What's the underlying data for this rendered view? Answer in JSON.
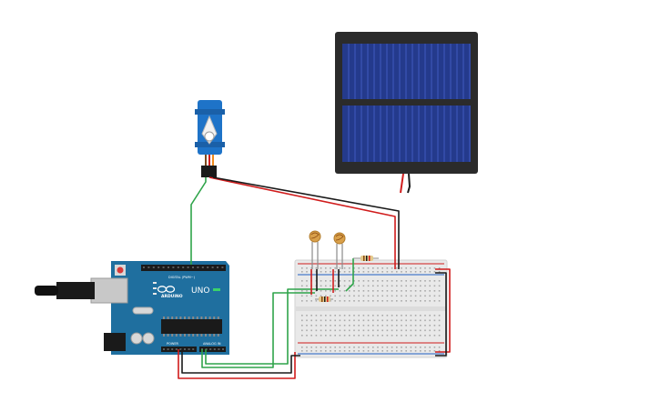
{
  "arduino": {
    "logo_text": "ARDUINO",
    "model_text": "UNO",
    "digital_label": "DIGITAL (PWM~)",
    "power_label": "POWER",
    "analog_label": "ANALOG IN",
    "board_color": "#1f6f9f"
  },
  "colors": {
    "wire_red": "#d01c1c",
    "wire_black": "#1a1a1a",
    "wire_green": "#2fa44a",
    "servo_blue": "#1e73c8",
    "solar_cell": "#243a8c",
    "breadboard": "#e9e9e9"
  },
  "components": [
    {
      "name": "servo-motor"
    },
    {
      "name": "solar-panel"
    },
    {
      "name": "photoresistor-1"
    },
    {
      "name": "photoresistor-2"
    },
    {
      "name": "resistor-1"
    },
    {
      "name": "resistor-2"
    },
    {
      "name": "breadboard"
    },
    {
      "name": "arduino-uno"
    }
  ]
}
